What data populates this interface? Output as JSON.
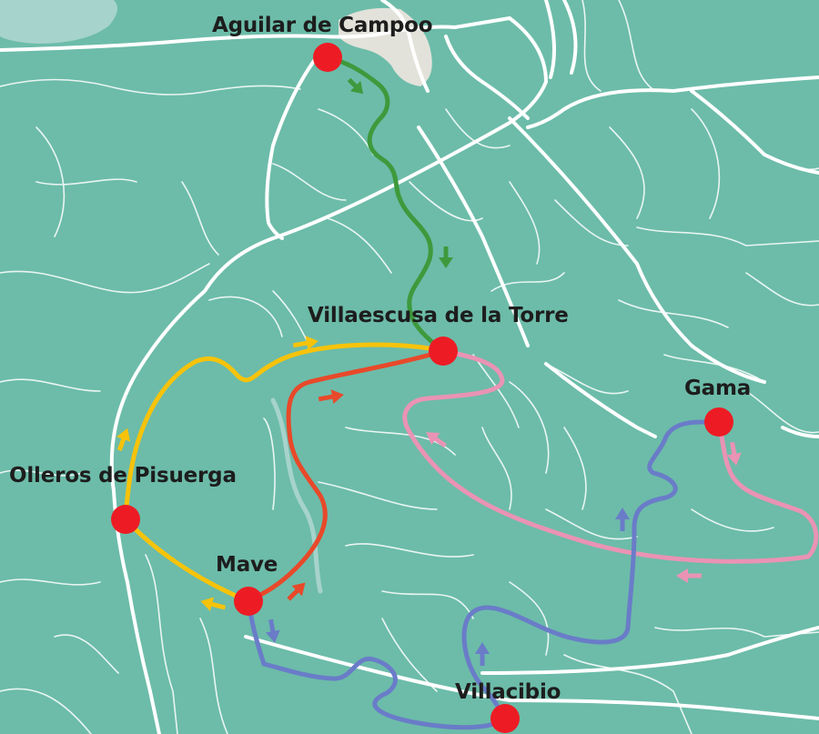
{
  "map": {
    "colors": {
      "land": "#6cbca9",
      "water": "#a6d3cc",
      "road": "#ffffff",
      "town_area": "#e2e2da",
      "marker": "#ed1c24"
    },
    "towns": [
      {
        "id": "aguilar",
        "name": "Aguilar de Campoo"
      },
      {
        "id": "villaescusa",
        "name": "Villaescusa de la Torre"
      },
      {
        "id": "gama",
        "name": "Gama"
      },
      {
        "id": "olleros",
        "name": "Olleros de Pisuerga"
      },
      {
        "id": "mave",
        "name": "Mave"
      },
      {
        "id": "villacibio",
        "name": "Villacibio"
      }
    ],
    "routes": [
      {
        "id": "green",
        "color": "#3d9a3c"
      },
      {
        "id": "yellow",
        "color": "#f7c30a"
      },
      {
        "id": "red",
        "color": "#e8492a"
      },
      {
        "id": "pink",
        "color": "#ea93b4"
      },
      {
        "id": "blue",
        "color": "#6a7cc8"
      }
    ]
  }
}
